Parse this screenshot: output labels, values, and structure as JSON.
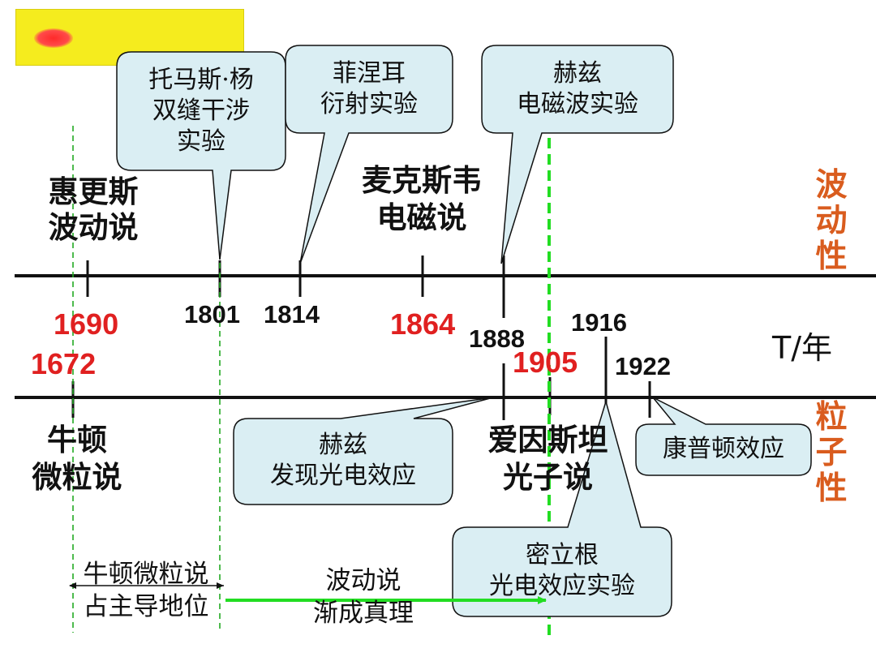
{
  "timeline": {
    "axis_label": "T/年",
    "wave_label": [
      "波",
      "动",
      "性"
    ],
    "particle_label": [
      "粒",
      "子",
      "性"
    ],
    "years_black": [
      "1801",
      "1814",
      "1888",
      "1916",
      "1922"
    ],
    "years_red": [
      "1690",
      "1864",
      "1672",
      "1905"
    ],
    "colors": {
      "red": "#e02020",
      "orange": "#d95c1e",
      "callout_fill": "#daeef3",
      "green": "#22dd22"
    }
  },
  "wave_side": {
    "huygens": [
      "惠更斯",
      "波动说"
    ],
    "maxwell": [
      "麦克斯韦",
      "电磁说"
    ]
  },
  "particle_side": {
    "newton": [
      "牛顿",
      "微粒说"
    ],
    "einstein": [
      "爱因斯坦",
      "光子说"
    ]
  },
  "callouts": {
    "young": [
      "托马斯·杨",
      "双缝干涉",
      "实验"
    ],
    "fresnel": [
      "菲涅耳",
      "衍射实验"
    ],
    "hertz_wave": [
      "赫兹",
      "电磁波实验"
    ],
    "hertz_photo": [
      "赫兹",
      "发现光电效应"
    ],
    "millikan": [
      "密立根",
      "光电效应实验"
    ],
    "compton": [
      "康普顿效应"
    ]
  },
  "bottom": {
    "newton_dominant": [
      "牛顿微粒说",
      "占主导地位"
    ],
    "wave_truth": [
      "波动说",
      "渐成真理"
    ]
  }
}
